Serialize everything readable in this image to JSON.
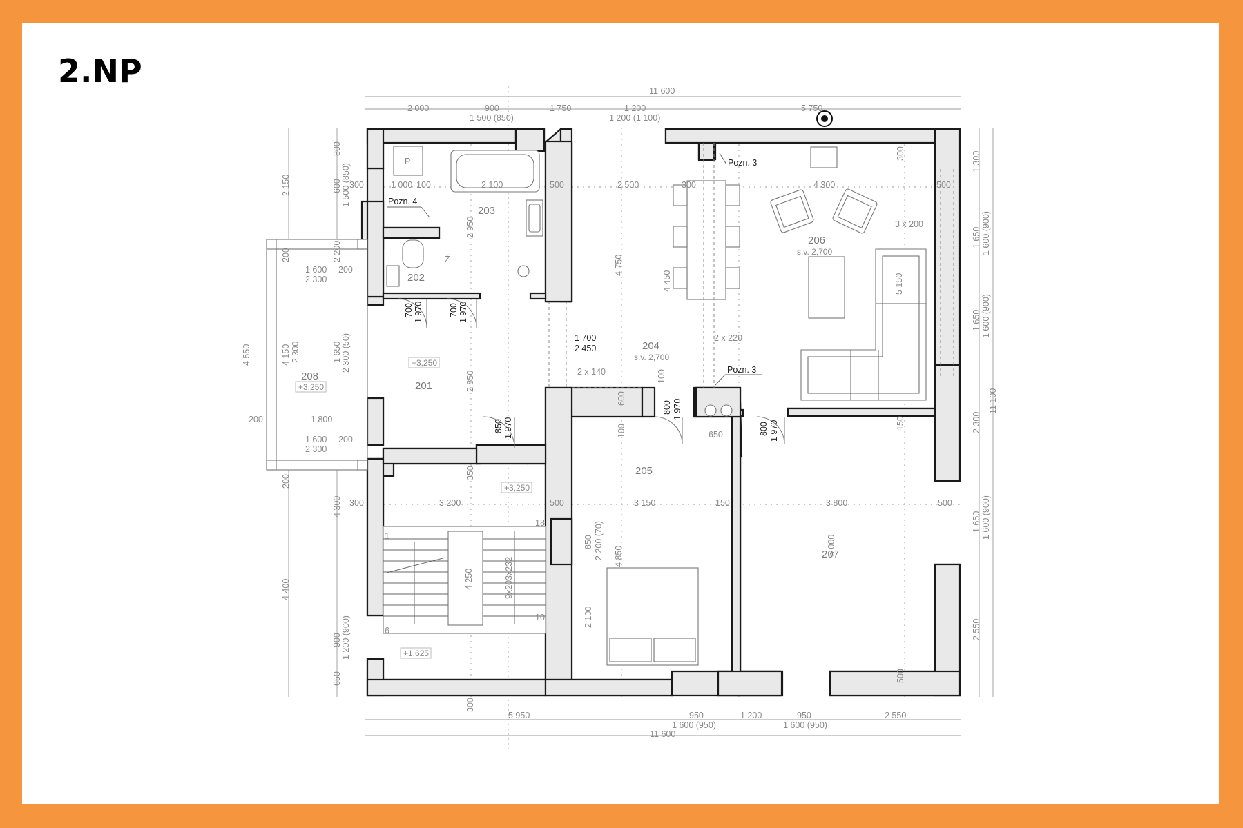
{
  "title": "2.NP",
  "rooms": [
    {
      "label": "201",
      "level": "+3,250"
    },
    {
      "label": "202"
    },
    {
      "label": "203"
    },
    {
      "label": "204",
      "note": "s.v. 2,700"
    },
    {
      "label": "205"
    },
    {
      "label": "206",
      "note": "s.v. 2,700"
    },
    {
      "label": "207"
    },
    {
      "label": "208",
      "level": "+3,250"
    }
  ],
  "levels": {
    "hall": "+3,250",
    "stair": "+1,625"
  },
  "notes": {
    "pozn3": "Pozn. 3",
    "pozn4": "Pozn. 4",
    "p_mark": "P",
    "z_mark": "Ž"
  },
  "stair": {
    "steps_top": "18",
    "steps_bottom": "10",
    "mark_6": "6",
    "mark_1": "1",
    "spec": "9x203x232",
    "run": "4 250"
  },
  "dim_top": [
    "2 000",
    "900",
    "1 500 (850)",
    "1 750",
    "1 200",
    "1 200 (1 100)",
    "5 750",
    "11 600"
  ],
  "dim_bottom": [
    "5 950",
    "950",
    "1 600 (950)",
    "1 200",
    "950",
    "1 600 (950)",
    "2 550",
    "11 600"
  ],
  "dim_left": [
    "800",
    "600",
    "1 500 (850)",
    "2 150",
    "4 550",
    "4 150",
    "2 300",
    "1 650",
    "2 300 (50)",
    "4 300",
    "4 400",
    "900",
    "1 200 (900)",
    "650",
    "200",
    "200",
    "200"
  ],
  "dim_right": [
    "1 300",
    "1 650",
    "1 600 (900)",
    "1 650",
    "1 600 (900)",
    "2 300",
    "11 100",
    "1 650",
    "1 600 (900)",
    "2 550"
  ],
  "dim_inner": [
    "300",
    "1 000",
    "100",
    "2 100",
    "500",
    "2 500",
    "300",
    "4 300",
    "500",
    "3 x 200",
    "2 950",
    "2 200",
    "1 600",
    "2 300",
    "200",
    "4 750",
    "4 450",
    "5 150",
    "1 700",
    "2 450",
    "2 x 220",
    "2 x 140",
    "2 850",
    "1 800",
    "1 600",
    "200",
    "2 300",
    "350",
    "300",
    "3 200",
    "500",
    "3 150",
    "150",
    "3 800",
    "500",
    "850",
    "2 200 (70)",
    "4 850",
    "2 100",
    "5 000",
    "650",
    "300",
    "300",
    "150",
    "100",
    "600",
    "100",
    "500"
  ],
  "doors": [
    {
      "w": "700",
      "h": "1 970"
    },
    {
      "w": "700",
      "h": "1 970"
    },
    {
      "w": "850",
      "h": "1 970"
    },
    {
      "w": "800",
      "h": "1 970"
    },
    {
      "w": "800",
      "h": "1 970"
    }
  ]
}
